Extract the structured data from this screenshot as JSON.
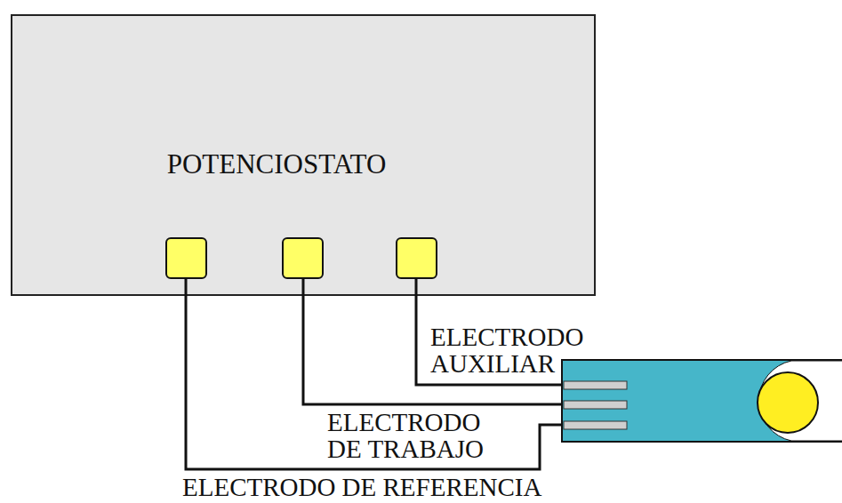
{
  "diagram": {
    "nodes": [
      {
        "text": [
          "POTENCIOSTATO"
        ]
      }
    ],
    "labels": [
      "ELECTRODO AUXILIAR",
      "ELECTRODO DE TRABAJO",
      "ELECTRODO DE REFERENCIA"
    ]
  }
}
